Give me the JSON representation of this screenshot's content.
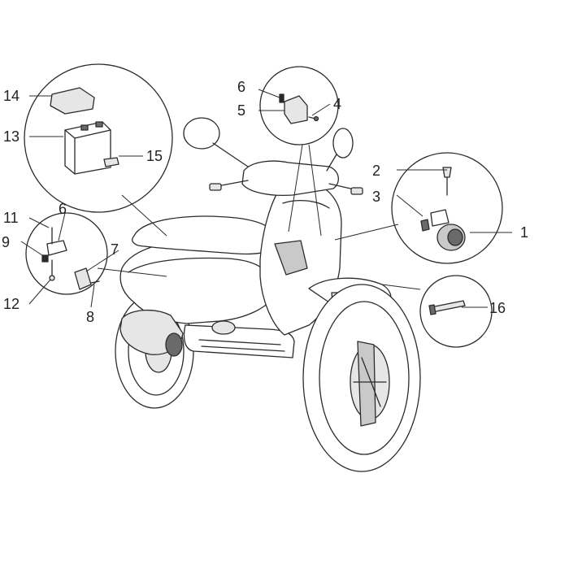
{
  "callouts": {
    "c1": "1",
    "c2": "2",
    "c3": "3",
    "c4": "4",
    "c5": "5",
    "c6a": "6",
    "c6b": "6",
    "c7": "7",
    "c8": "8",
    "c9": "9",
    "c11": "11",
    "c12": "12",
    "c13": "13",
    "c14": "14",
    "c15": "15",
    "c16": "16"
  },
  "colors": {
    "line": "#2b2b2b",
    "background": "#ffffff",
    "shade": "#c9c9c9"
  }
}
